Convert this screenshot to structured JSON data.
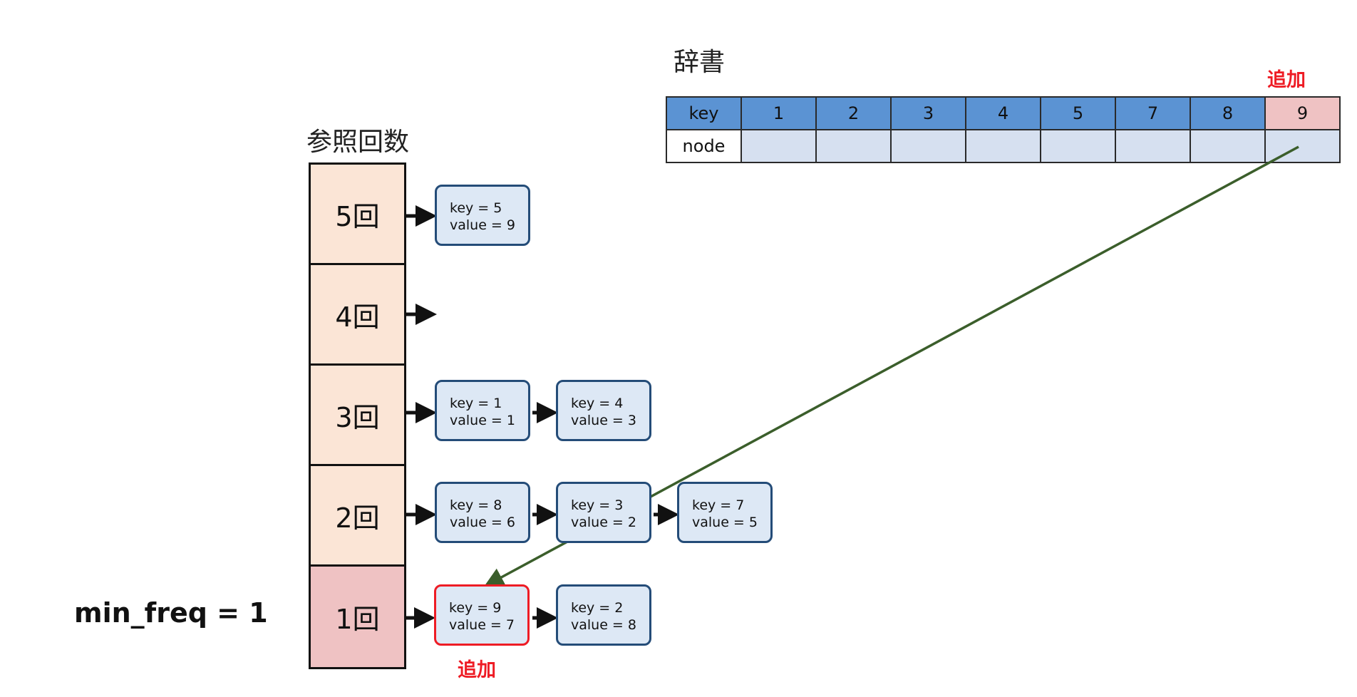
{
  "dict": {
    "title": "辞書",
    "added_label": "追加",
    "key_header": "key",
    "node_header": "node",
    "keys": [
      "1",
      "2",
      "3",
      "4",
      "5",
      "7",
      "8",
      "9"
    ]
  },
  "freq": {
    "title": "参照回数",
    "levels": [
      "5回",
      "4回",
      "3回",
      "2回",
      "1回"
    ]
  },
  "nodes": {
    "n5_9": {
      "key": "key = 5",
      "value": "value = 9"
    },
    "n1_1": {
      "key": "key = 1",
      "value": "value = 1"
    },
    "n4_3": {
      "key": "key = 4",
      "value": "value = 3"
    },
    "n8_6": {
      "key": "key = 8",
      "value": "value = 6"
    },
    "n3_2": {
      "key": "key = 3",
      "value": "value = 2"
    },
    "n7_5": {
      "key": "key = 7",
      "value": "value = 5"
    },
    "n9_7": {
      "key": "key = 9",
      "value": "value = 7"
    },
    "n2_8": {
      "key": "key = 2",
      "value": "value = 8"
    }
  },
  "new_node_label": "追加",
  "min_freq": "min_freq = 1",
  "colors": {
    "dict_key_fill": "#5b93d3",
    "dict_node_fill": "#d6e0f0",
    "highlight_fill": "#efc2c3",
    "freq_fill": "#fbe5d6",
    "node_border": "#244c78",
    "node_fill": "#dde8f5",
    "accent_red": "#ee1c25",
    "pointer_green": "#3b5e2b"
  }
}
